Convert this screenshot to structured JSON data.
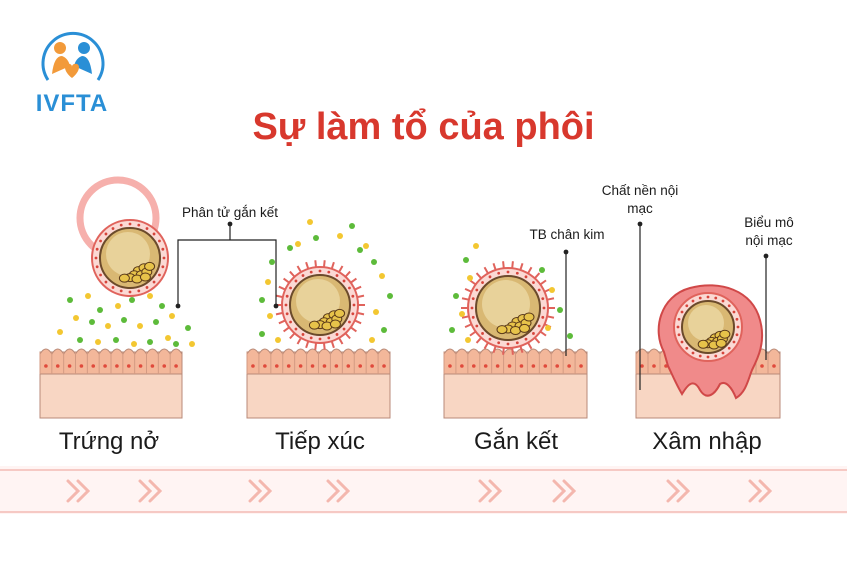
{
  "logo": {
    "text": "IVFTA",
    "icon": "family-heart-icon",
    "color": "#2a8fd6"
  },
  "title": "Sự làm tổ của phôi",
  "stages": [
    {
      "label": "Trứng nở"
    },
    {
      "label": "Tiếp xúc"
    },
    {
      "label": "Gắn kết"
    },
    {
      "label": "Xâm nhập"
    }
  ],
  "annotations": {
    "adhesion_molecules": "Phân tử gắn kết",
    "trophoblast_foot": "TB chân kim",
    "endometrial_stroma": "Chất nền nội mạc",
    "endometrial_epithelium": "Biểu mô nội mạc"
  },
  "colors": {
    "title": "#d8382d",
    "tissue": "#f8d6c3",
    "tissue_top": "#f3b79a",
    "embryo_ring": "#f07f7f",
    "embryo_inner": "#d9b873",
    "cells": "#e7c34a",
    "dot_green": "#5dbb3a",
    "dot_yellow": "#f3c731"
  }
}
